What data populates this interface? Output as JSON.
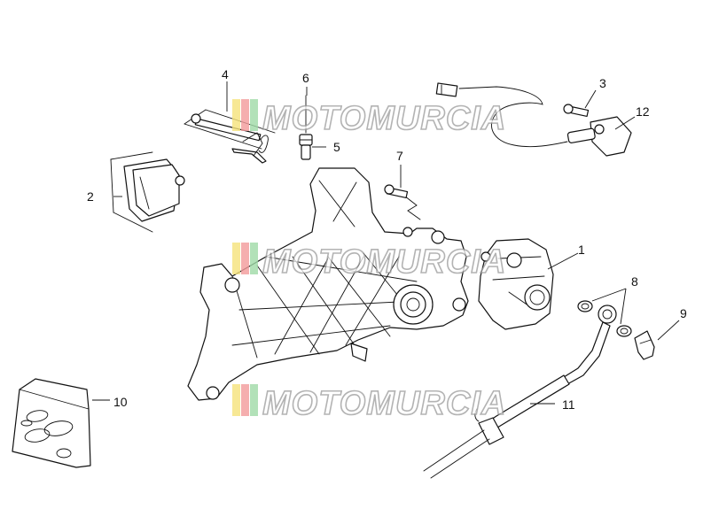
{
  "callouts": {
    "c1": "1",
    "c2": "2",
    "c3": "3",
    "c4": "4",
    "c5": "5",
    "c6": "6",
    "c7": "7",
    "c8": "8",
    "c9": "9",
    "c10": "10",
    "c11": "11",
    "c12": "12"
  },
  "watermark": {
    "text": "MOTOMURCIA",
    "stripe_colors": [
      "#f5e27a",
      "#f29a9a",
      "#9fd9a6"
    ],
    "stroke_color": "#9a9a9a"
  },
  "line_color": "#111111",
  "background": "#ffffff"
}
